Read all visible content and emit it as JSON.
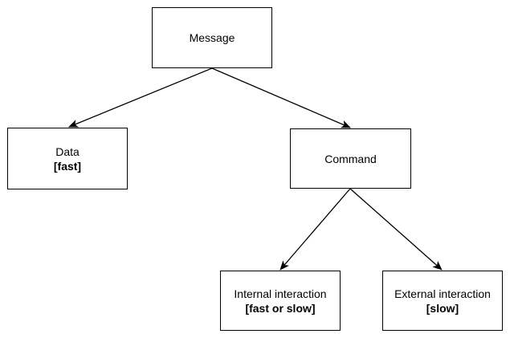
{
  "diagram": {
    "nodes": {
      "message": {
        "label": "Message"
      },
      "data": {
        "label": "Data",
        "tag": "[fast]"
      },
      "command": {
        "label": "Command"
      },
      "internal": {
        "label": "Internal interaction",
        "tag": "[fast or slow]"
      },
      "external": {
        "label": "External interaction",
        "tag": "[slow]"
      }
    },
    "edges": [
      {
        "from": "message",
        "to": "data"
      },
      {
        "from": "message",
        "to": "command"
      },
      {
        "from": "command",
        "to": "internal"
      },
      {
        "from": "command",
        "to": "external"
      }
    ],
    "colors": {
      "stroke": "#000000",
      "fill": "#ffffff"
    }
  }
}
